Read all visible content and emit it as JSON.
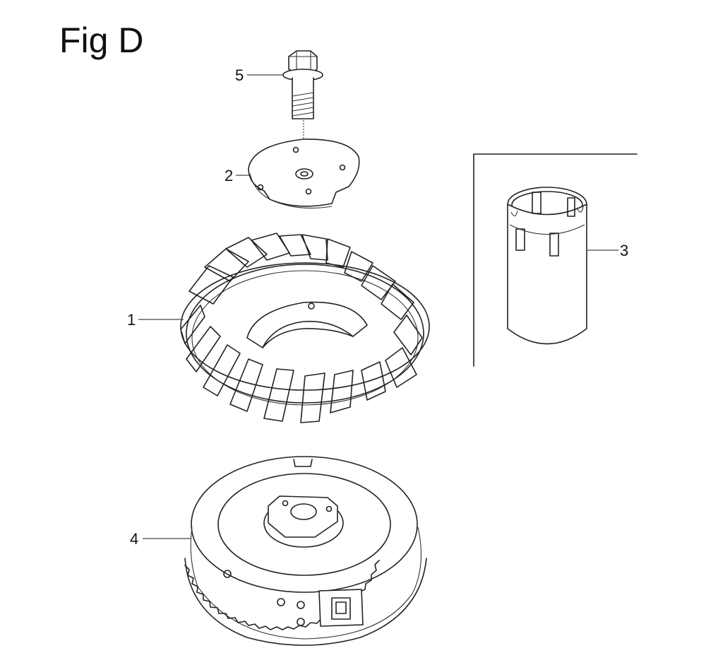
{
  "figure": {
    "title": "Fig D"
  },
  "parts": [
    {
      "ref": "1",
      "icon": "fan-impeller-icon"
    },
    {
      "ref": "2",
      "icon": "flat-plate-icon"
    },
    {
      "ref": "3",
      "icon": "cylindrical-sleeve-icon"
    },
    {
      "ref": "4",
      "icon": "flywheel-icon"
    },
    {
      "ref": "5",
      "icon": "flange-bolt-icon"
    }
  ]
}
